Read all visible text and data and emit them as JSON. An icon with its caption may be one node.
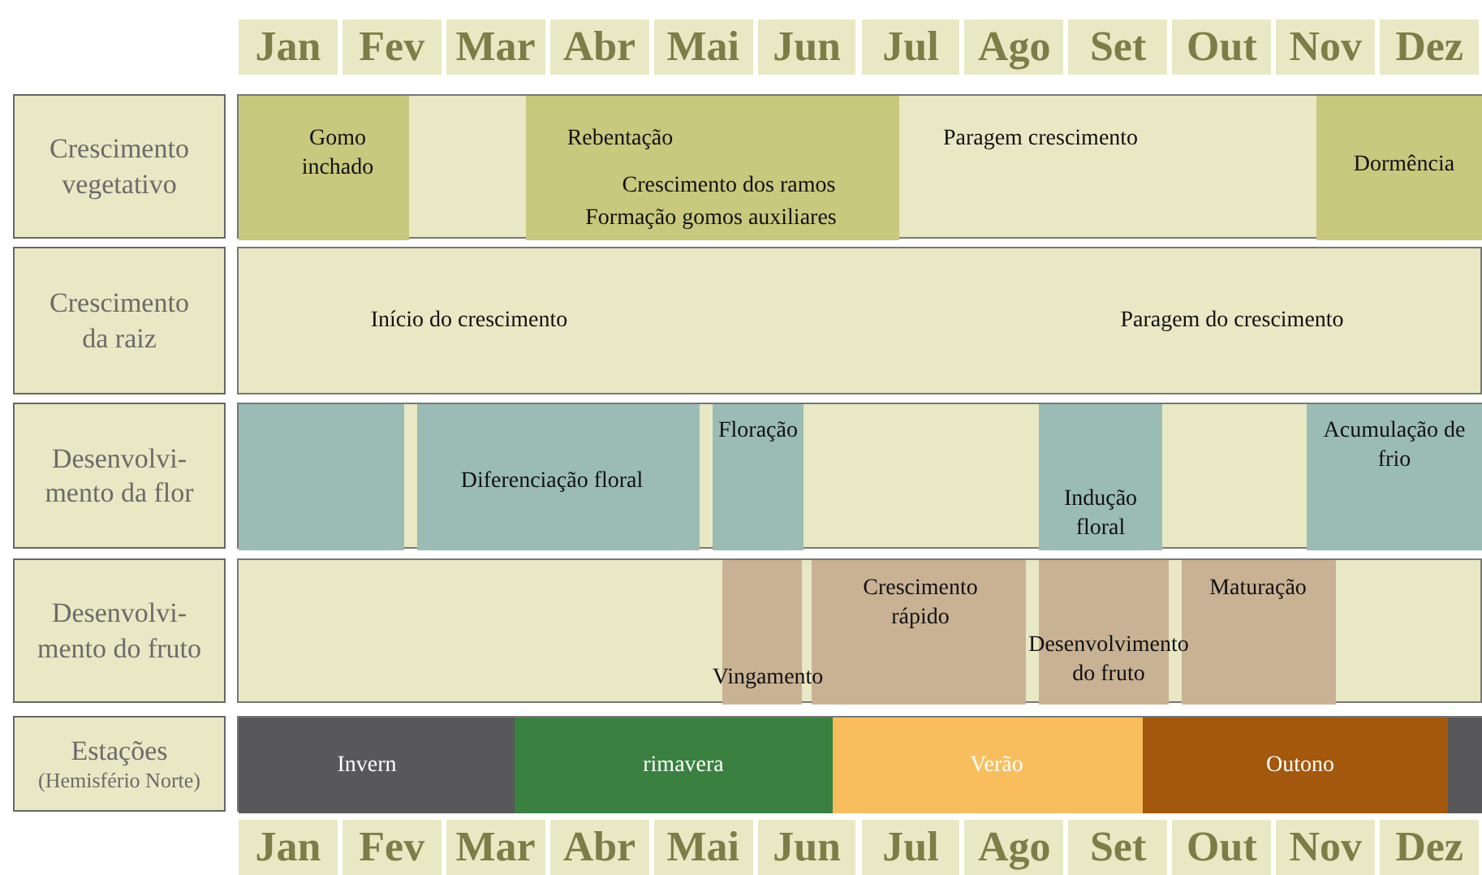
{
  "diagram": {
    "nodes": [
      {
        "text": [
          "Crescimento vegetativo"
        ]
      },
      {
        "text": [
          "Paragem crescimento"
        ]
      },
      {
        "text": [
          "Gomo inchado"
        ],
        "in": 1
      },
      {
        "text": [
          "Rebentação",
          "Crescimento dos ramos",
          "Formação gomos auxiliares"
        ],
        "in": 1
      },
      {
        "text": [
          "Dormência"
        ],
        "in": 1
      },
      {
        "text": [
          "Crescimento da raiz"
        ]
      },
      {
        "text": [
          "Início do crescimento",
          "Paragem do crescimento"
        ]
      },
      {
        "text": [
          "Desenvolvi- mento da flor"
        ]
      },
      {
        "text": [],
        "shape": "box"
      },
      {
        "text": [],
        "shape": "box",
        "in": 8
      },
      {
        "text": [
          "Diferenciação floral"
        ],
        "in": 8
      },
      {
        "text": [
          "Floração"
        ],
        "in": 8
      },
      {
        "text": [
          "Indução floral"
        ],
        "in": 8
      },
      {
        "text": [
          "Acumulação de frio"
        ],
        "in": 8
      },
      {
        "text": [
          "Desenvolvi- mento do fruto"
        ]
      },
      {
        "text": [],
        "shape": "box"
      },
      {
        "text": [
          "Vingamento"
        ],
        "in": 15
      },
      {
        "text": [
          "Crescimento rápido"
        ],
        "in": 15
      },
      {
        "text": [
          "Desenvolvimento do fruto"
        ],
        "in": 15
      },
      {
        "text": [
          "Maturação"
        ],
        "in": 15
      },
      {
        "text": [
          "Estações",
          "(Hemisfério Norte)"
        ]
      },
      {
        "text": [],
        "shape": "box"
      },
      {
        "text": [
          "Invern"
        ],
        "in": 21
      },
      {
        "text": [
          "rimavera"
        ],
        "in": 21
      },
      {
        "text": [
          "Verão"
        ],
        "in": 21
      },
      {
        "text": [
          "Outono"
        ],
        "in": 21
      },
      {
        "text": [],
        "shape": "box",
        "in": 21
      }
    ],
    "labels": [
      "Jan",
      "Fev",
      "Mar",
      "Abr",
      "Mai",
      "Jun",
      "Jul",
      "Ago",
      "Set",
      "Out",
      "Nov",
      "Dez",
      "Jan",
      "Fev",
      "Mar",
      "Abr",
      "Mai",
      "Jun",
      "Jul",
      "Ago",
      "Set",
      "Out",
      "Nov",
      "Dez"
    ]
  }
}
